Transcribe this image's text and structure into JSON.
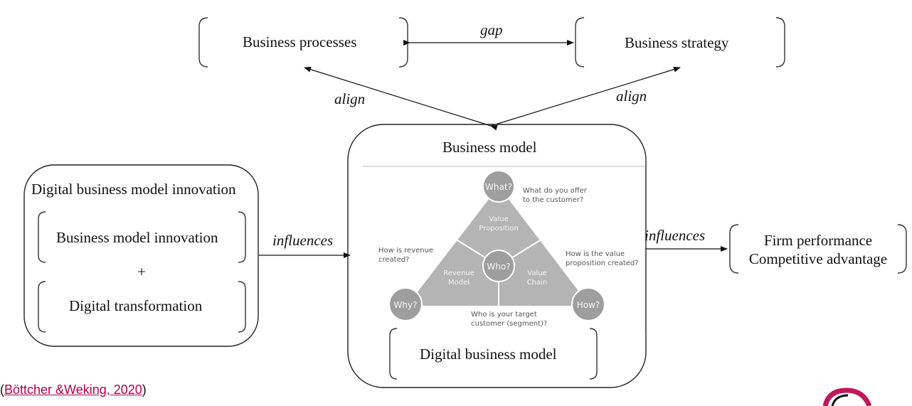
{
  "top": {
    "business_processes": "Business processes",
    "gap": "gap",
    "business_strategy": "Business strategy",
    "align_left": "align",
    "align_right": "align"
  },
  "left_box": {
    "title": "Digital business model innovation",
    "item1": "Business model innovation",
    "plus": "+",
    "item2": "Digital transformation"
  },
  "influences_left": "influences",
  "center_box": {
    "title": "Business model",
    "bottom": "Digital business model"
  },
  "triangle": {
    "what": "What?",
    "who": "Who?",
    "why": "Why?",
    "how": "How?",
    "value_proposition_1": "Value",
    "value_proposition_2": "Proposition",
    "revenue_model_1": "Revenue",
    "revenue_model_2": "Model",
    "value_chain_1": "Value",
    "value_chain_2": "Chain",
    "q_what_1": "What do you offer",
    "q_what_2": "to the customer?",
    "q_revenue_1": "How is revenue",
    "q_revenue_2": "created?",
    "q_value_1": "How is the value",
    "q_value_2": "proposition created?",
    "q_who_1": "Who is your target",
    "q_who_2": "customer (segment)?"
  },
  "influences_right": "influences",
  "right_box": {
    "line1": "Firm performance",
    "line2": "Competitive advantage"
  },
  "citation": {
    "open": "(",
    "link": "Böttcher &Weking, 2020",
    "close": ")"
  },
  "colors": {
    "triangle_fill": "#b4b4b4",
    "node_fill": "#9e9e9e",
    "link": "#b0004a",
    "logo": "#c2185b"
  }
}
